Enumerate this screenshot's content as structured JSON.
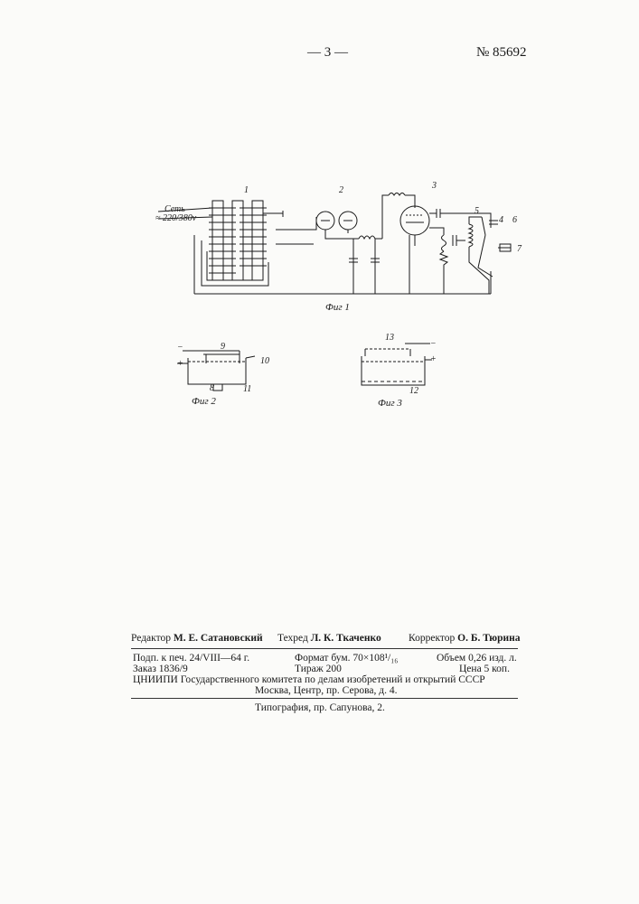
{
  "header": {
    "page_number": "— 3 —",
    "patent_number": "№ 85692"
  },
  "figure1": {
    "supply_label_top": "Сеть",
    "supply_label_bottom": "≈ 220/380v",
    "labels": [
      "1",
      "2",
      "3",
      "4",
      "5",
      "6",
      "7"
    ],
    "caption": "Фиг 1"
  },
  "figure2": {
    "labels": [
      "8",
      "9",
      "10",
      "11"
    ],
    "terminal_minus": "−",
    "terminal_plus": "+",
    "caption": "Фиг 2"
  },
  "figure3": {
    "labels": [
      "12",
      "13"
    ],
    "terminal_minus": "−",
    "terminal_plus": "+",
    "caption": "Фиг 3"
  },
  "imprint": {
    "editor_label": "Редактор",
    "editor_name": "М. Е. Сатановский",
    "techred_label": "Техред",
    "techred_name": "Л. К. Ткаченко",
    "corrector_label": "Корректор",
    "corrector_name": "О. Б. Тюрина",
    "signed": "Подп. к печ. 24/VIII—64 г.",
    "format": "Формат бум. 70×108¹/₁₆",
    "volume": "Объем 0,26 изд. л.",
    "order": "Заказ 1836/9",
    "circulation": "Тираж 200",
    "price": "Цена 5 коп.",
    "publisher": "ЦНИИПИ Государственного комитета по делам изобретений и открытий СССР",
    "address": "Москва, Центр, пр. Серова, д. 4.",
    "printer": "Типография, пр. Сапунова, 2."
  }
}
